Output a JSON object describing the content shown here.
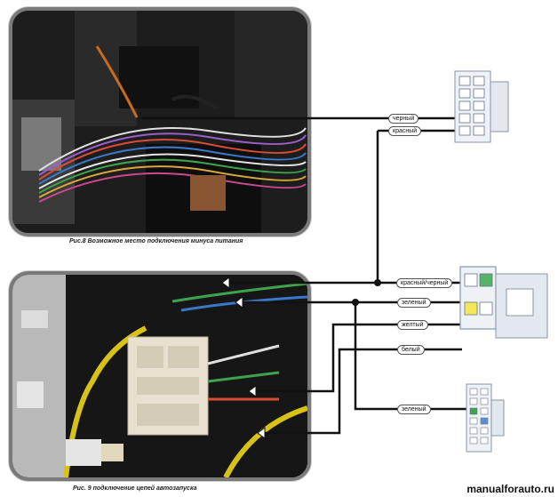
{
  "captions": {
    "fig8": "Рис.8 Возможное место подключения минуса питания",
    "fig9": "Рис. 9 подключение цепей автозапуска"
  },
  "wire_labels": {
    "black": "черный",
    "red": "красный",
    "red_black": "красный/черный",
    "green": "зеленый",
    "yellow": "желтый",
    "white": "белый",
    "green2": "зеленый"
  },
  "watermark": "manualforauto.ru"
}
